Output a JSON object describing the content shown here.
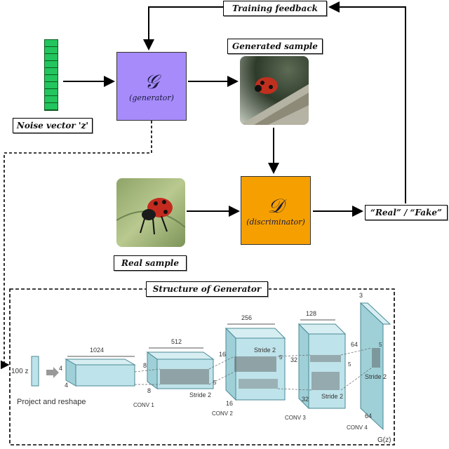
{
  "labels": {
    "training_feedback": "Training feedback",
    "generated_sample": "Generated sample",
    "noise_vector": "Noise vector 'z'",
    "real_sample": "Real sample",
    "real_fake": "“Real” / “Fake”",
    "structure": "Structure of Generator"
  },
  "generator": {
    "symbol": "𝒢",
    "caption": "(generator)",
    "color": "#a78bfa"
  },
  "discriminator": {
    "symbol": "𝒟",
    "caption": "(discriminator)",
    "color": "#f5a000"
  },
  "noise_color": "#22c55e",
  "structure": {
    "input": "100 z",
    "project_label": "Project and reshape",
    "output": "G(z)",
    "stride1": "Stride 2",
    "stride2": "Stride 2",
    "stride3": "Stride 2",
    "stride4": "Stride 2",
    "layers": [
      {
        "name": "CONV 1",
        "channels": "512",
        "size": "8",
        "kernel": "5"
      },
      {
        "name": "CONV 2",
        "channels": "256",
        "size": "16",
        "kernel": "5"
      },
      {
        "name": "CONV 3",
        "channels": "128",
        "size": "32",
        "kernel": "5"
      },
      {
        "name": "CONV 4",
        "channels": "3",
        "size": "64",
        "kernel": "5"
      }
    ],
    "reshape": {
      "channels": "1024",
      "size": "4"
    }
  }
}
